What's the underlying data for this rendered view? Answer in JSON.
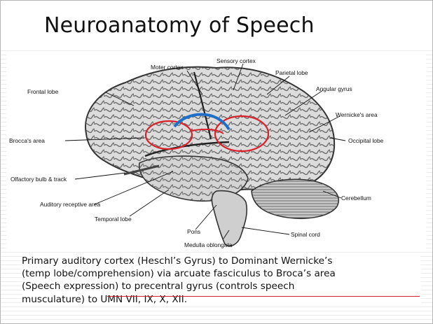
{
  "slide": {
    "title": "Neuroanatomy of Speech"
  },
  "diagram": {
    "labels": {
      "motor_cortex": "Moter cortex",
      "sensory_cortex": "Sensory cortex",
      "parietal_lobe": "Parietal lobe",
      "frontal_lobe": "Frontal lobe",
      "angular_gyrus": "Angular gyrus",
      "wernickes_area": "Wernicke's area",
      "brocas_area": "Brocca's area",
      "occipital_lobe": "Occipital lobe",
      "olfactory_bulb": "Olfactory bulb & track",
      "cerebellum": "Cerebellum",
      "auditory_area": "Auditory  receptive area",
      "temporal_lobe": "Temporal lobe",
      "pons": "Pons",
      "spinal_cord": "Spinal cord",
      "medulla": "Medulla oblongata"
    },
    "colors": {
      "circle": "#d9222a",
      "arc": "#1f6fc9"
    }
  },
  "body": {
    "lines": [
      "Primary auditory cortex (Heschl’s Gyrus) to Dominant Wernicke’s",
      "(temp lobe/comprehension) via arcuate fasciculus to Broca’s area",
      "(Speech expression) to precentral gyrus (controls speech",
      "musculature) to UMN VII, IX, X, XII."
    ]
  }
}
